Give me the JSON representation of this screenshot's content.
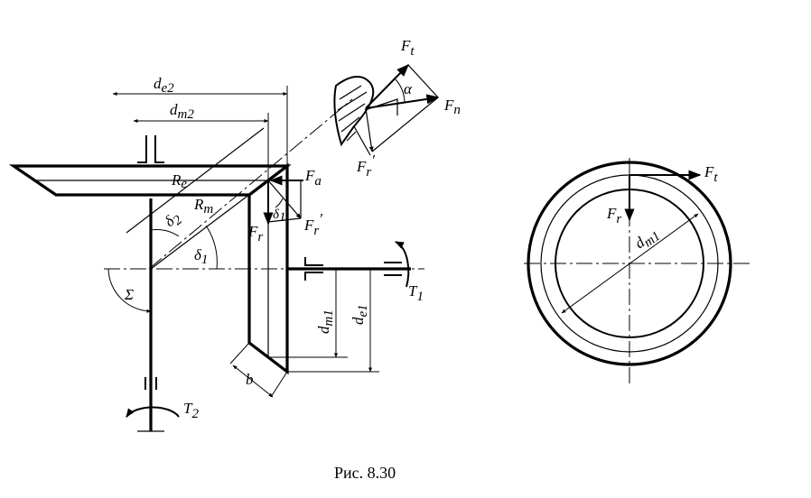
{
  "caption": "Рис.   8.30",
  "labels": {
    "de2": "d",
    "de2_sub": "e2",
    "dm2": "d",
    "dm2_sub": "m2",
    "Ft_top": "F",
    "Ft_top_sub": "t",
    "alpha": "α",
    "Fn": "F",
    "Fn_sub": "n",
    "Fr_prime_top": "F",
    "Fr_prime_top_sub": "r",
    "Fr_prime_top_mark": "′",
    "Re": "R",
    "Re_sub": "e",
    "Rm": "R",
    "Rm_sub": "m",
    "delta2": "δ",
    "delta2_sub": "2",
    "delta1": "δ",
    "delta1_sub": "1",
    "delta1_small": "δ",
    "delta1_small_sub": "1",
    "Fa": "F",
    "Fa_sub": "a",
    "Fr_left": "F",
    "Fr_left_sub": "r",
    "Fr_prime_mid": "F",
    "Fr_prime_mid_sub": "r",
    "Fr_prime_mid_mark": "′",
    "Sigma": "Σ",
    "T1": "T",
    "T1_sub": "1",
    "T2": "T",
    "T2_sub": "2",
    "dm1": "d",
    "dm1_sub": "m1",
    "de1": "d",
    "de1_sub": "e1",
    "b": "b",
    "Ft_right": "F",
    "Ft_right_sub": "t",
    "Fr_right": "F",
    "Fr_right_sub": "r",
    "dm1_circle": "d",
    "dm1_circle_sub": "m1"
  }
}
